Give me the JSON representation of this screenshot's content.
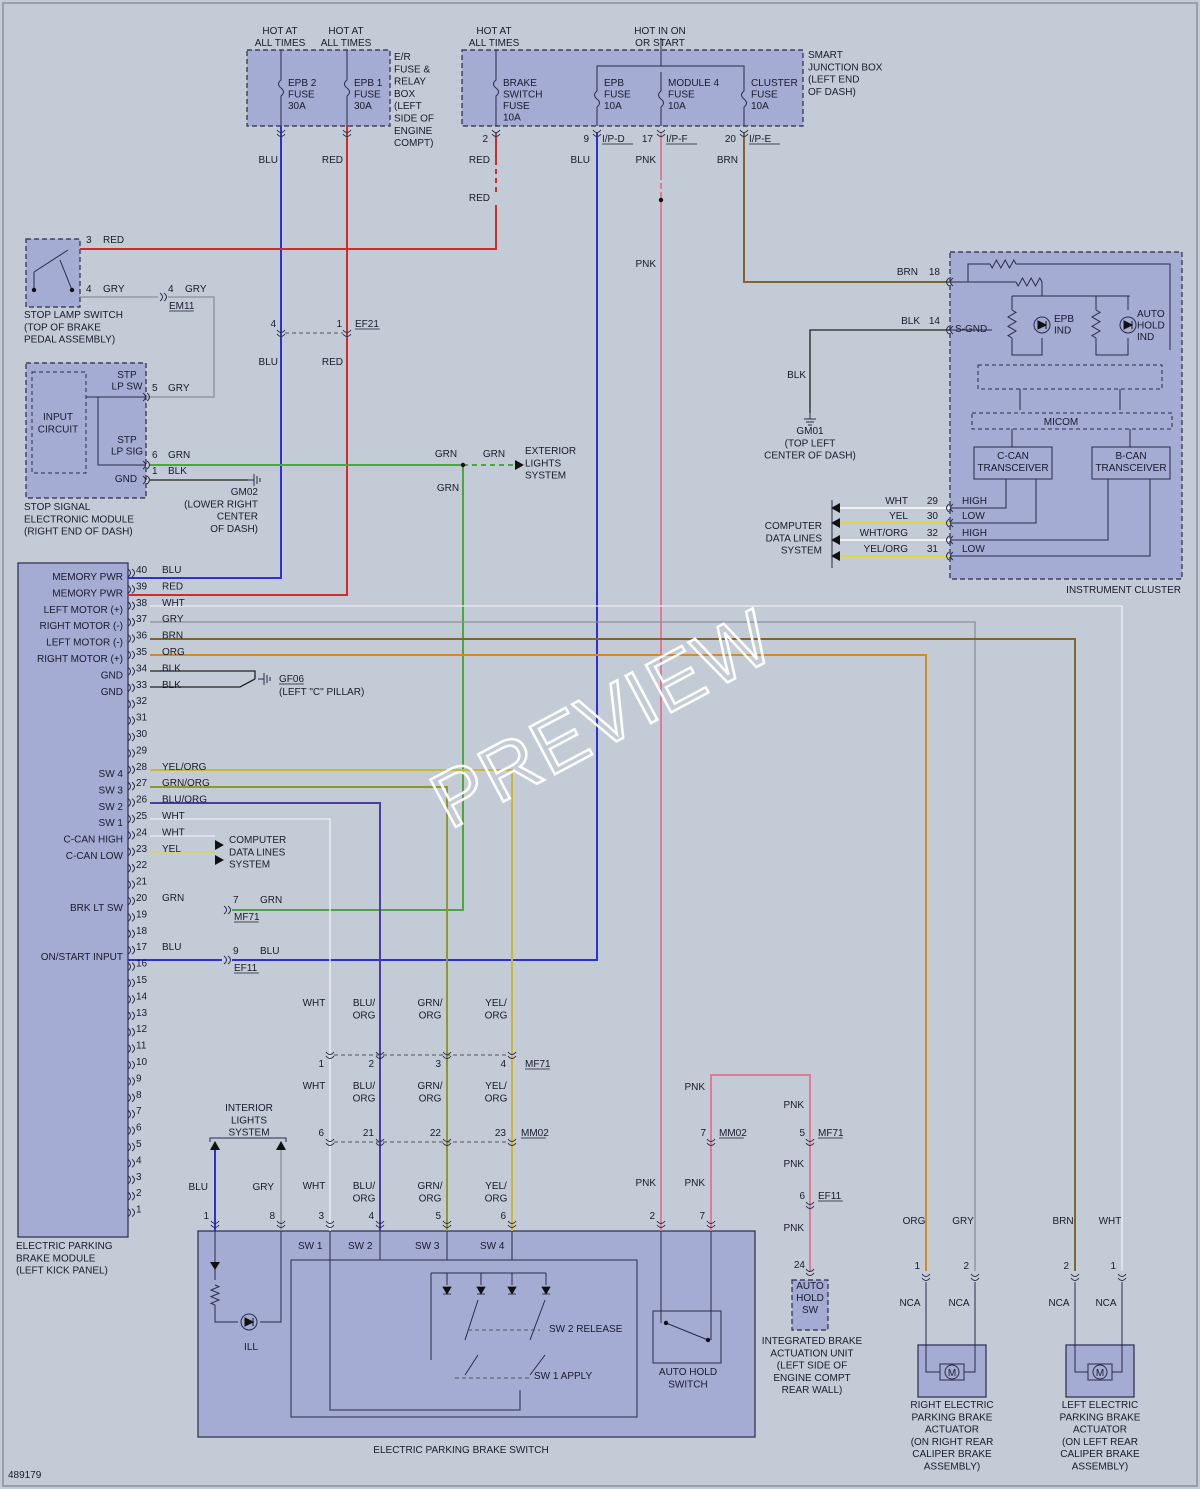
{
  "power": {
    "epb2_hot": [
      "HOT AT",
      "ALL TIMES"
    ],
    "epb1_hot": [
      "HOT AT",
      "ALL TIMES"
    ],
    "brake_hot": [
      "HOT AT",
      "ALL TIMES"
    ],
    "on_hot": [
      "HOT IN ON",
      "OR START"
    ],
    "er_box": [
      "E/R",
      "FUSE &",
      "RELAY",
      "BOX",
      "(LEFT",
      "SIDE OF",
      "ENGINE",
      "COMPT)"
    ],
    "sjb": [
      "SMART",
      "JUNCTION BOX",
      "(LEFT END",
      "OF DASH)"
    ],
    "fuses": [
      {
        "label": [
          "EPB 2",
          "FUSE",
          "30A"
        ]
      },
      {
        "label": [
          "EPB 1",
          "FUSE",
          "30A"
        ]
      },
      {
        "label": [
          "BRAKE",
          "SWITCH",
          "FUSE",
          "10A"
        ]
      },
      {
        "label": [
          "EPB",
          "FUSE",
          "10A"
        ]
      },
      {
        "label": [
          "MODULE 4",
          "FUSE",
          "10A"
        ]
      },
      {
        "label": [
          "CLUSTER",
          "FUSE",
          "10A"
        ]
      }
    ],
    "sjb_pins": [
      {
        "pin": "2",
        "conn": ""
      },
      {
        "pin": "9",
        "conn": "I/P-D"
      },
      {
        "pin": "17",
        "conn": "I/P-F"
      },
      {
        "pin": "20",
        "conn": "I/P-E"
      }
    ]
  },
  "colors": {
    "blu": "#2d2fd8",
    "red": "#d32a2a",
    "grn": "#4aa83a",
    "pnk": "#e07a98",
    "brn": "#7f6530",
    "org": "#d8891e",
    "yel": "#e0d53a",
    "gry": "#8a8f99",
    "wht": "#eef0f4",
    "blk": "#222222",
    "grnorg": "#8c9a2c",
    "yelorg": "#c8b835",
    "bluorg": "#4b3aa8"
  },
  "wire_labels": {
    "blu": "BLU",
    "red": "RED",
    "grn": "GRN",
    "pnk": "PNK",
    "brn": "BRN",
    "org": "ORG",
    "gry": "GRY",
    "wht": "WHT",
    "blk": "BLK",
    "yel": "YEL",
    "yelorg": "YEL/ORG",
    "grnorg": "GRN/ORG",
    "bluorg": "BLU/ORG",
    "whtorg": "WHT/ORG",
    "blu_s": [
      "BLU/",
      "ORG"
    ],
    "grn_s": [
      "GRN/",
      "ORG"
    ],
    "yel_s": [
      "YEL/",
      "ORG"
    ]
  },
  "connectors": {
    "em11": "EM11",
    "ef21": "EF21",
    "mf71": "MF71",
    "ef11": "EF11",
    "mm02": "MM02",
    "gf06": "GF06"
  },
  "stop_lamp": {
    "label": [
      "STOP LAMP SWITCH",
      "(TOP OF BRAKE",
      "PEDAL ASSEMBLY)"
    ],
    "pin3": "3",
    "pin4": "4",
    "em11_pin": "4"
  },
  "stop_module": {
    "label": [
      "STOP SIGNAL",
      "ELECTRONIC MODULE",
      "(RIGHT END OF DASH)"
    ],
    "input": [
      "INPUT",
      "CIRCUIT"
    ],
    "stp_lp_sw": [
      "STP",
      "LP SW"
    ],
    "stp_lp_sig": [
      "STP",
      "LP SIG"
    ],
    "gnd": "GND",
    "pins": [
      "5",
      "6",
      "1"
    ]
  },
  "ef21_pins": [
    "4",
    "1"
  ],
  "gm02": [
    "GM02",
    "(LOWER RIGHT",
    "CENTER",
    "OF DASH)"
  ],
  "gm01": [
    "GM01",
    "(TOP LEFT",
    "CENTER OF DASH)"
  ],
  "exterior": [
    "EXTERIOR",
    "LIGHTS",
    "SYSTEM"
  ],
  "cluster": {
    "label": "INSTRUMENT CLUSTER",
    "epb_ind": [
      "EPB",
      "IND"
    ],
    "auto_hold_ind": [
      "AUTO",
      "HOLD",
      "IND"
    ],
    "s_gnd": "S-GND",
    "micom": "MICOM",
    "ccan": [
      "C-CAN",
      "TRANSCEIVER"
    ],
    "bcan": [
      "B-CAN",
      "TRANSCEIVER"
    ],
    "pins": [
      "18",
      "14",
      "29",
      "30",
      "32",
      "31"
    ],
    "can_labels": [
      "HIGH",
      "LOW",
      "HIGH",
      "LOW"
    ],
    "cds": [
      "COMPUTER",
      "DATA LINES",
      "SYSTEM"
    ]
  },
  "epbm": {
    "label": [
      "ELECTRIC PARKING",
      "BRAKE MODULE",
      "(LEFT KICK PANEL)"
    ],
    "pin_labels": [
      {
        "pin": "40",
        "name": "MEMORY PWR"
      },
      {
        "pin": "39",
        "name": "MEMORY PWR"
      },
      {
        "pin": "38",
        "name": "LEFT MOTOR (+)"
      },
      {
        "pin": "37",
        "name": "RIGHT MOTOR (-)"
      },
      {
        "pin": "36",
        "name": "LEFT MOTOR (-)"
      },
      {
        "pin": "35",
        "name": "RIGHT MOTOR (+)"
      },
      {
        "pin": "34",
        "name": "GND"
      },
      {
        "pin": "33",
        "name": "GND"
      }
    ],
    "sw_labels": [
      {
        "pin": "28",
        "name": "SW 4"
      },
      {
        "pin": "27",
        "name": "SW 3"
      },
      {
        "pin": "26",
        "name": "SW 2"
      },
      {
        "pin": "25",
        "name": "SW 1"
      },
      {
        "pin": "24",
        "name": "C-CAN HIGH"
      },
      {
        "pin": "23",
        "name": "C-CAN LOW"
      }
    ],
    "brk_lt_sw": "BRK LT SW",
    "on_start": "ON/START INPUT",
    "pins_all": [
      "40",
      "39",
      "38",
      "37",
      "36",
      "35",
      "34",
      "33",
      "32",
      "31",
      "30",
      "29",
      "28",
      "27",
      "26",
      "25",
      "24",
      "23",
      "22",
      "21",
      "20",
      "19",
      "18",
      "17",
      "16",
      "15",
      "14",
      "13",
      "12",
      "11",
      "10",
      "9",
      "8",
      "7",
      "6",
      "5",
      "4",
      "3",
      "2",
      "1"
    ],
    "cds": [
      "COMPUTER",
      "DATA LINES",
      "SYSTEM"
    ],
    "gf06_loc": "(LEFT \"C\" PILLAR)",
    "mf71_pin7": "7",
    "ef11_pin9": "9"
  },
  "mf71_row": [
    "1",
    "2",
    "3",
    "4"
  ],
  "mm02_row": [
    "6",
    "21",
    "22",
    "23"
  ],
  "switch": {
    "label": "ELECTRIC PARKING BRAKE SWITCH",
    "pins_top": [
      "1",
      "8",
      "3",
      "4",
      "5",
      "6",
      "2",
      "7"
    ],
    "sw_names": [
      "SW 1",
      "SW 2",
      "SW 3",
      "SW 4"
    ],
    "sw2_release": "SW 2 RELEASE",
    "sw1_apply": "SW 1 APPLY",
    "ill": "ILL",
    "auto_hold": [
      "AUTO HOLD",
      "SWITCH"
    ],
    "interior": [
      "INTERIOR",
      "LIGHTS",
      "SYSTEM"
    ]
  },
  "ibau": {
    "label": [
      "INTEGRATED BRAKE",
      "ACTUATION UNIT",
      "(LEFT SIDE OF",
      "ENGINE COMPT",
      "REAR WALL)"
    ],
    "auto_hold_sw": [
      "AUTO",
      "HOLD",
      "SW"
    ],
    "pins": {
      "mm02": "7",
      "mf71": "5",
      "ef11": "6",
      "unit": "24"
    }
  },
  "right_act": {
    "label": [
      "RIGHT ELECTRIC",
      "PARKING BRAKE",
      "ACTUATOR",
      "(ON RIGHT REAR",
      "CALIPER BRAKE",
      "ASSEMBLY)"
    ],
    "pins": [
      "1",
      "2"
    ],
    "nca": "NCA",
    "motor": "M"
  },
  "left_act": {
    "label": [
      "LEFT ELECTRIC",
      "PARKING BRAKE",
      "ACTUATOR",
      "(ON LEFT REAR",
      "CALIPER BRAKE",
      "ASSEMBLY)"
    ],
    "pins": [
      "2",
      "1"
    ],
    "nca": "NCA",
    "motor": "M"
  },
  "watermark": "PREVIEW",
  "doc_number": "489179"
}
